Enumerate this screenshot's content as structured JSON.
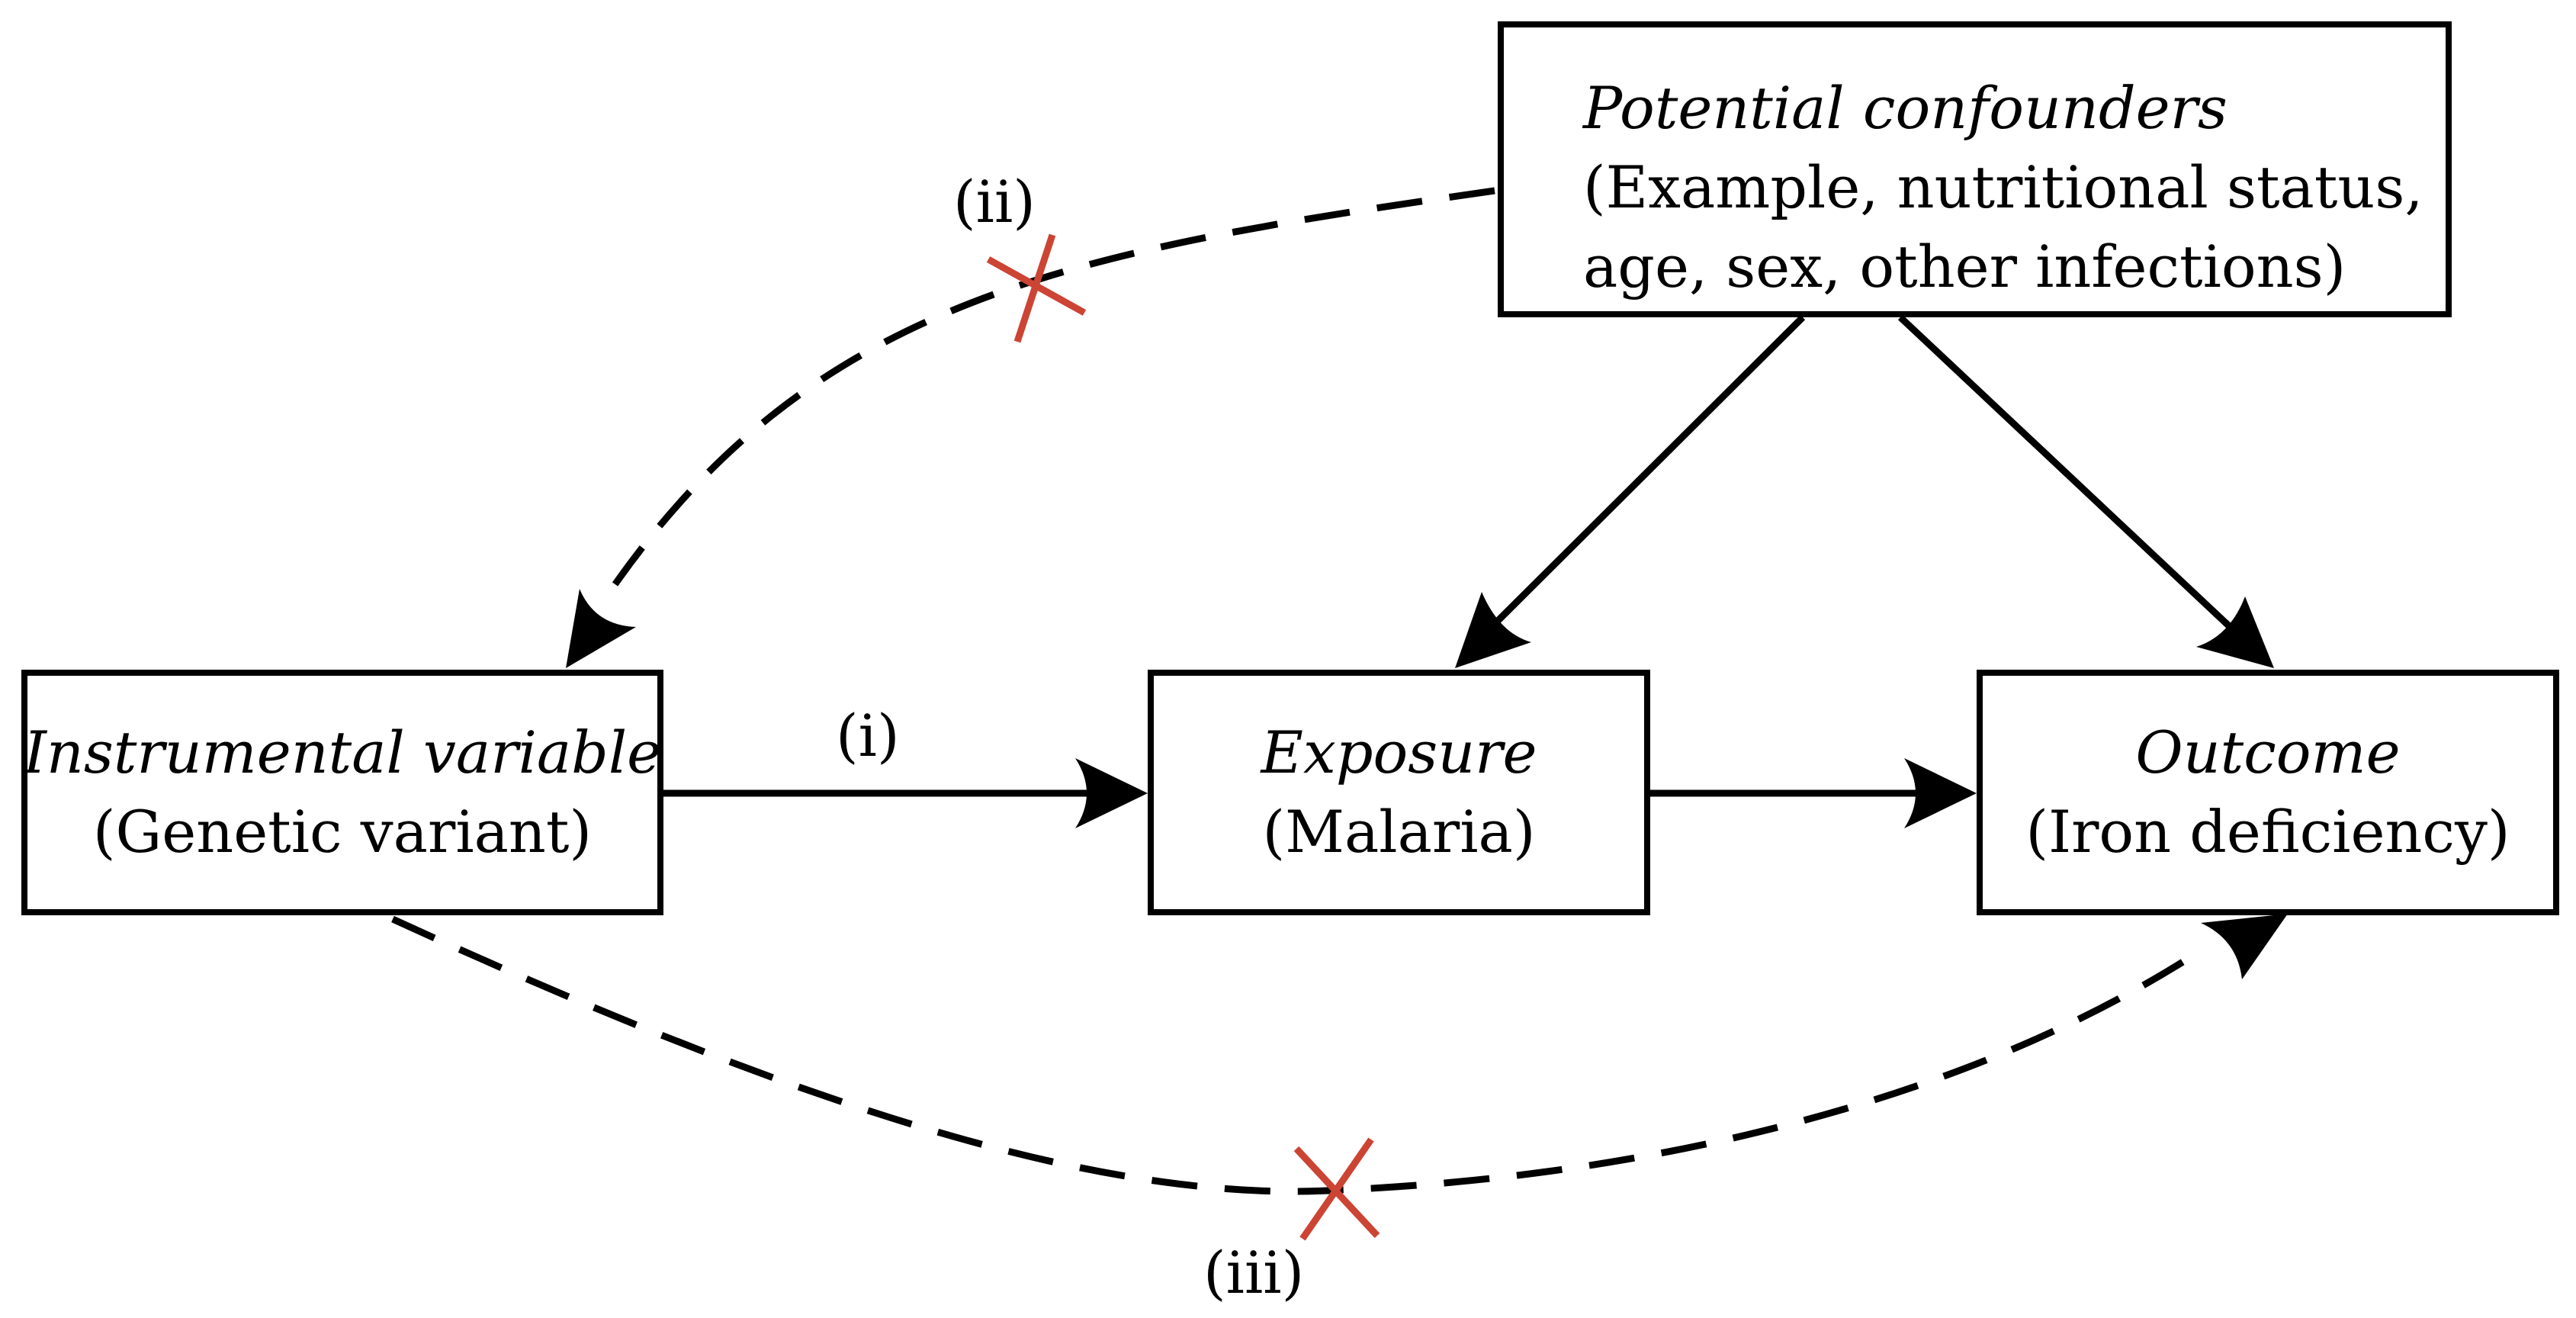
{
  "nodes": {
    "confounders": {
      "title": "Potential confounders",
      "line1": "(Example, nutritional status,",
      "line2": "age, sex, other infections)"
    },
    "instrument": {
      "title": "Instrumental variable",
      "subtitle": "(Genetic variant)"
    },
    "exposure": {
      "title": "Exposure",
      "subtitle": "(Malaria)"
    },
    "outcome": {
      "title": "Outcome",
      "subtitle": "(Iron deficiency)"
    }
  },
  "edges": {
    "instrument_to_exposure": {
      "label": "(i)",
      "style": "solid"
    },
    "confounders_to_instrument": {
      "label": "(ii)",
      "style": "dashed",
      "blocked": true
    },
    "instrument_to_outcome": {
      "label": "(iii)",
      "style": "dashed",
      "blocked": true
    },
    "exposure_to_outcome": {
      "style": "solid"
    },
    "confounders_to_exposure": {
      "style": "solid"
    },
    "confounders_to_outcome": {
      "style": "solid"
    }
  },
  "colors": {
    "line": "#000000",
    "blocked_cross": "#cc4433"
  }
}
